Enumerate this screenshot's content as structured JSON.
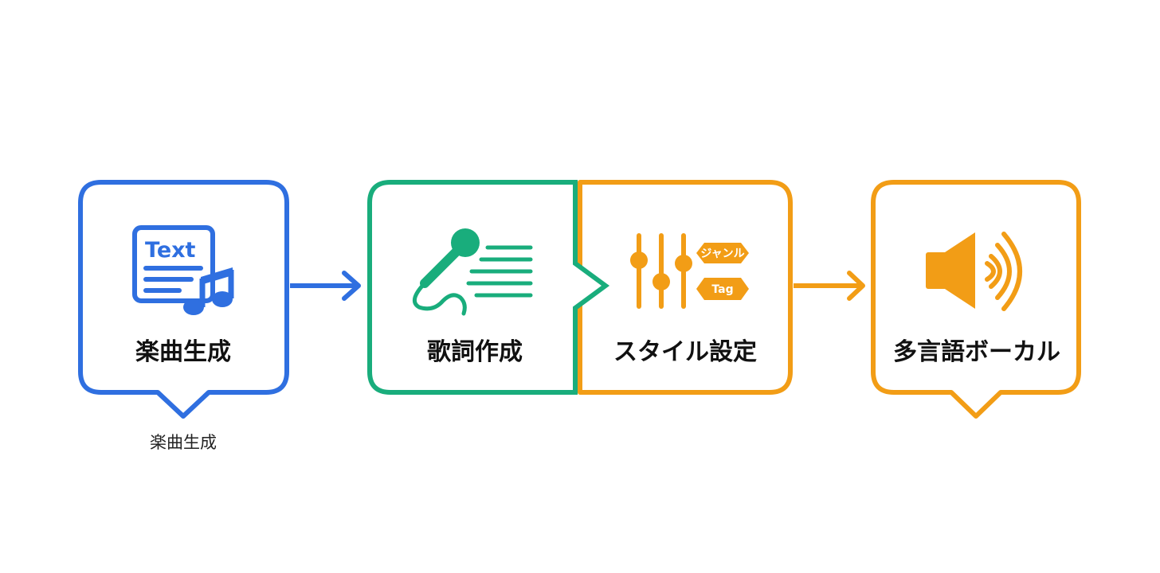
{
  "colors": {
    "blue": "#2f6fe0",
    "green": "#19ad7c",
    "orange": "#f29d16",
    "text": "#111111"
  },
  "steps": [
    {
      "title": "楽曲生成",
      "caption": "楽曲生成",
      "icon": "text-music-icon",
      "icon_text": "Text"
    },
    {
      "title": "歌詞作成",
      "icon": "microphone-lyrics-icon"
    },
    {
      "title": "スタイル設定",
      "icon": "sliders-tags-icon",
      "tags": [
        "ジャンル",
        "Tag"
      ]
    },
    {
      "title": "多言語ボーカル",
      "icon": "speaker-icon"
    }
  ]
}
